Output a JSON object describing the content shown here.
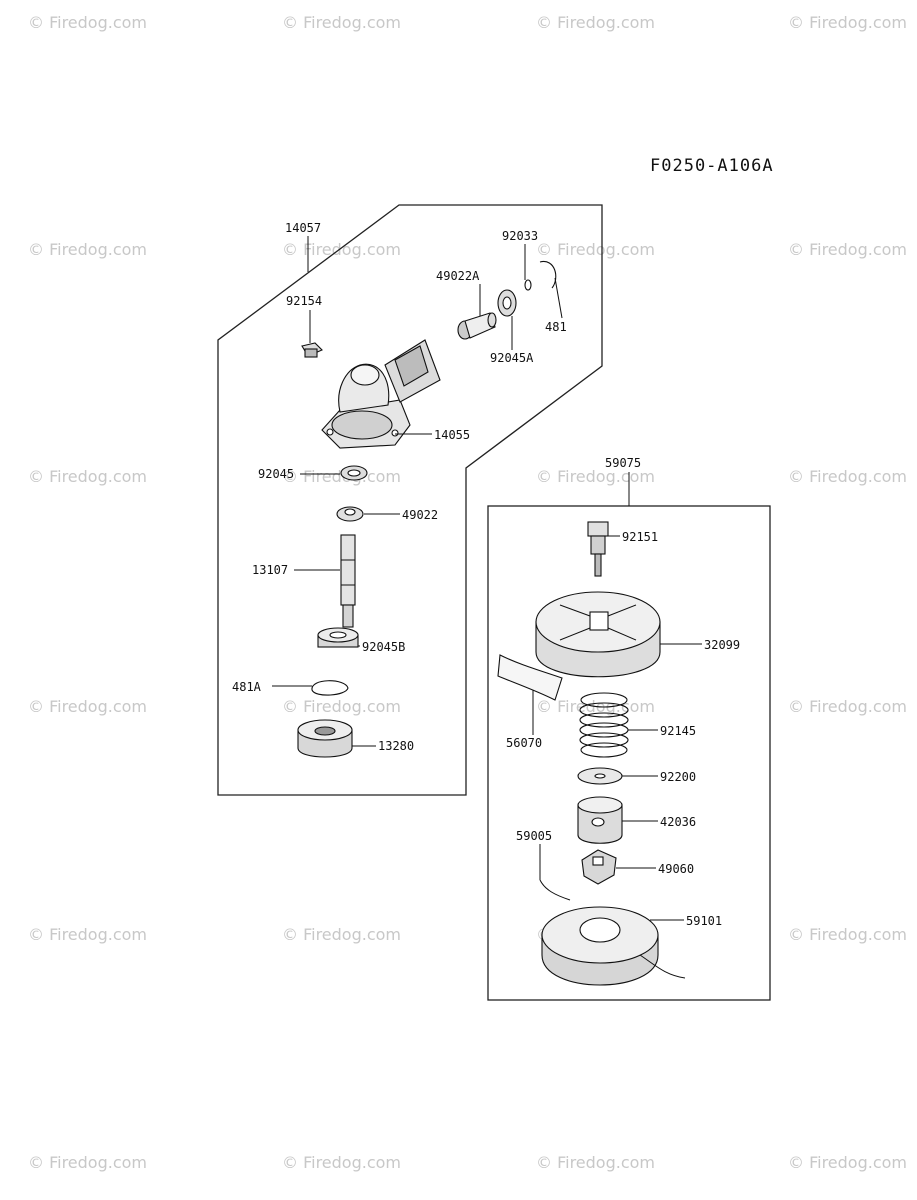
{
  "diagram_code": "F0250-A106A",
  "watermark": "© Firedog.com",
  "colors": {
    "line": "#111111",
    "watermark": "#c8c8c8",
    "background": "#ffffff"
  },
  "labels": {
    "l14057": "14057",
    "l92154": "92154",
    "l49022A": "49022A",
    "l92033": "92033",
    "l481": "481",
    "l92045A": "92045A",
    "l14055": "14055",
    "l92045": "92045",
    "l49022": "49022",
    "l13107": "13107",
    "l92045B": "92045B",
    "l481A": "481A",
    "l13280": "13280",
    "l59075": "59075",
    "l92151": "92151",
    "l32099": "32099",
    "l56070": "56070",
    "l92145": "92145",
    "l92200": "92200",
    "l42036": "42036",
    "l59005": "59005",
    "l49060": "49060",
    "l59101": "59101"
  }
}
